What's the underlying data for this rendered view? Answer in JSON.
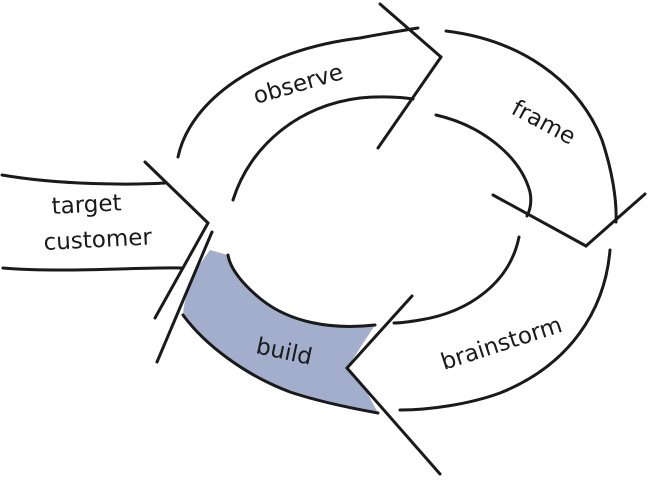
{
  "diagram": {
    "colors": {
      "ink": "#1a1a1a",
      "highlight": "#a3aecc",
      "background": "#ffffff"
    },
    "entry": {
      "line1": "target",
      "line2": "customer"
    },
    "stages": [
      {
        "id": "observe",
        "label": "observe",
        "highlighted": false
      },
      {
        "id": "frame",
        "label": "frame",
        "highlighted": false
      },
      {
        "id": "brainstorm",
        "label": "brainstorm",
        "highlighted": false
      },
      {
        "id": "build",
        "label": "build",
        "highlighted": true
      }
    ]
  }
}
